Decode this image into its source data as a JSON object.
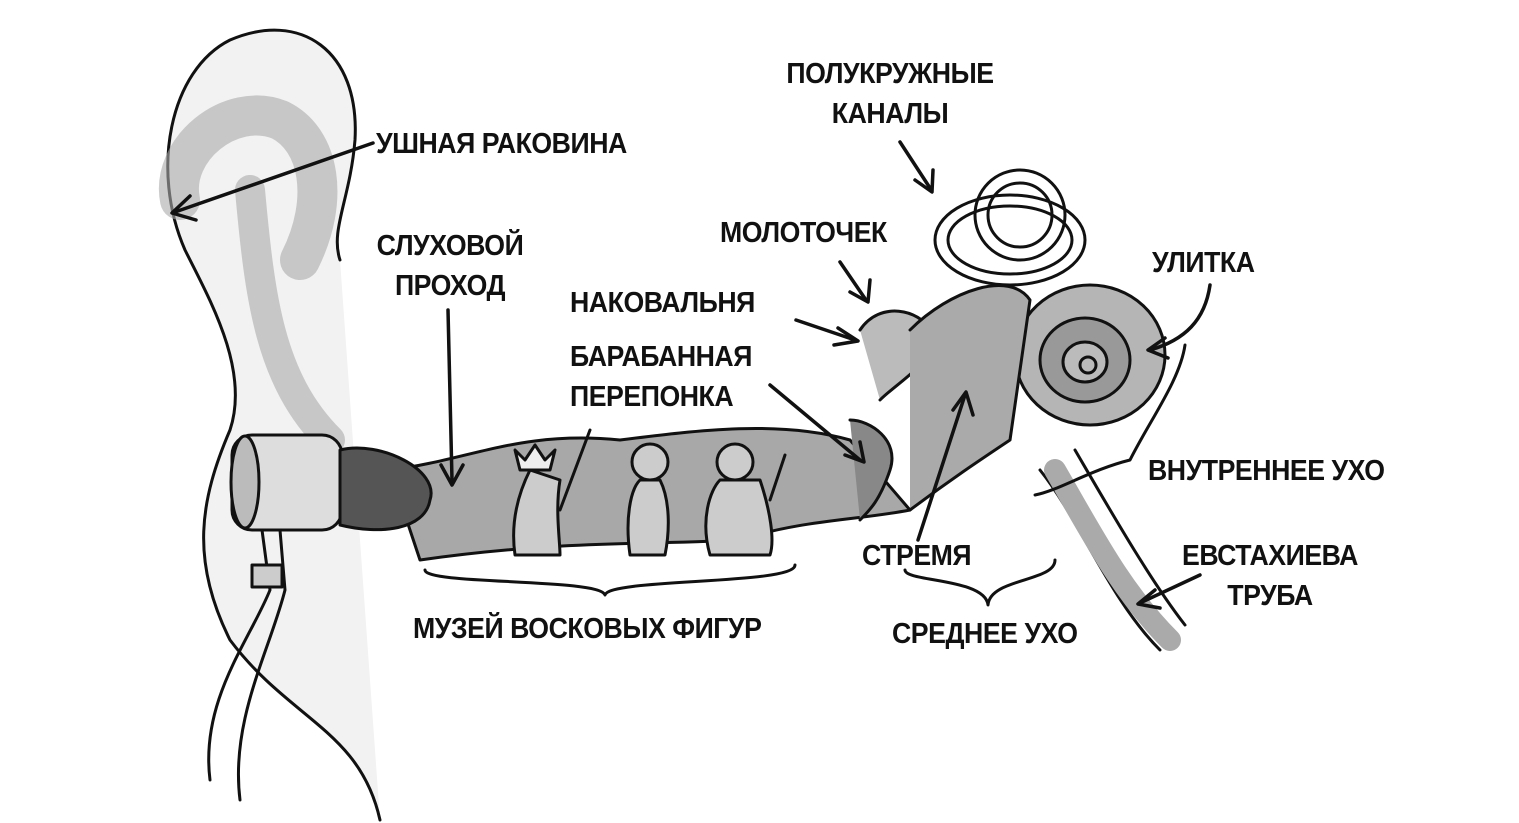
{
  "labels": {
    "semicircular_canals": [
      "ПОЛУКРУЖНЫЕ",
      "КАНАЛЫ"
    ],
    "auricle": "УШНАЯ РАКОВИНА",
    "ear_canal": [
      "СЛУХОВОЙ",
      "ПРОХОД"
    ],
    "malleus": "МОЛОТОЧЕК",
    "cochlea": "УЛИТКА",
    "incus": "НАКОВАЛЬНЯ",
    "eardrum": [
      "БАРАБАННАЯ",
      "ПЕРЕПОНКА"
    ],
    "inner_ear": "ВНУТРЕННЕЕ УХО",
    "eustachian_tube": [
      "ЕВСТАХИЕВА",
      "ТРУБА"
    ],
    "stapes": "СТРЕМЯ",
    "wax_museum": "МУЗЕЙ ВОСКОВЫХ ФИГУР",
    "middle_ear": "СРЕДНЕЕ УХО"
  },
  "colors": {
    "ink": "#111111",
    "shade": "#9a9a9a",
    "light": "#c8c8c8"
  }
}
